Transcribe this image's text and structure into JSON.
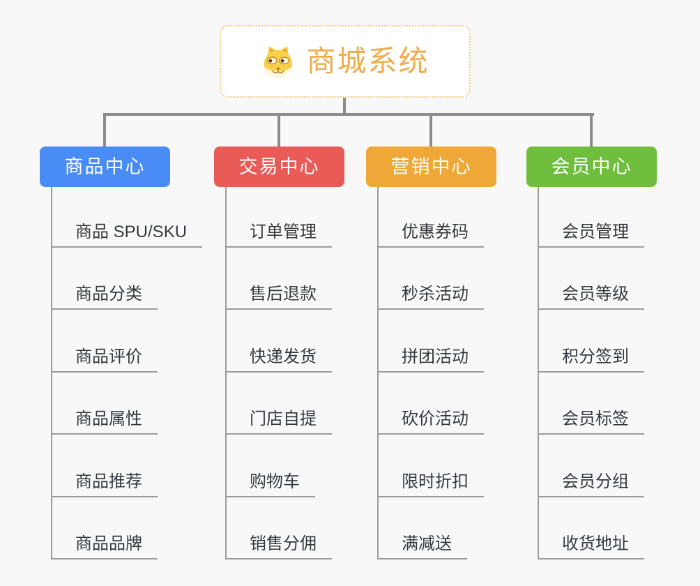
{
  "root": {
    "title": "商城系统",
    "icon": "dog-face"
  },
  "branches": [
    {
      "id": "product-center",
      "label": "商品中心",
      "color": "#4a8cf5",
      "children": [
        "商品 SPU/SKU",
        "商品分类",
        "商品评价",
        "商品属性",
        "商品推荐",
        "商品品牌"
      ]
    },
    {
      "id": "trade-center",
      "label": "交易中心",
      "color": "#e85b57",
      "children": [
        "订单管理",
        "售后退款",
        "快递发货",
        "门店自提",
        "购物车",
        "销售分佣"
      ]
    },
    {
      "id": "marketing-center",
      "label": "营销中心",
      "color": "#efa838",
      "children": [
        "优惠券码",
        "秒杀活动",
        "拼团活动",
        "砍价活动",
        "限时折扣",
        "满减送"
      ]
    },
    {
      "id": "member-center",
      "label": "会员中心",
      "color": "#6fbe3e",
      "children": [
        "会员管理",
        "会员等级",
        "积分签到",
        "会员标签",
        "会员分组",
        "收货地址"
      ]
    }
  ],
  "colors": {
    "background": "#f8f8f8",
    "connector": "#8b8b8b",
    "leaf_line": "#9c9c9c",
    "leaf_text": "#34373c",
    "root_text": "#f0ac4c",
    "root_border": "#f3c87d",
    "branch_text": "#ffffff"
  }
}
